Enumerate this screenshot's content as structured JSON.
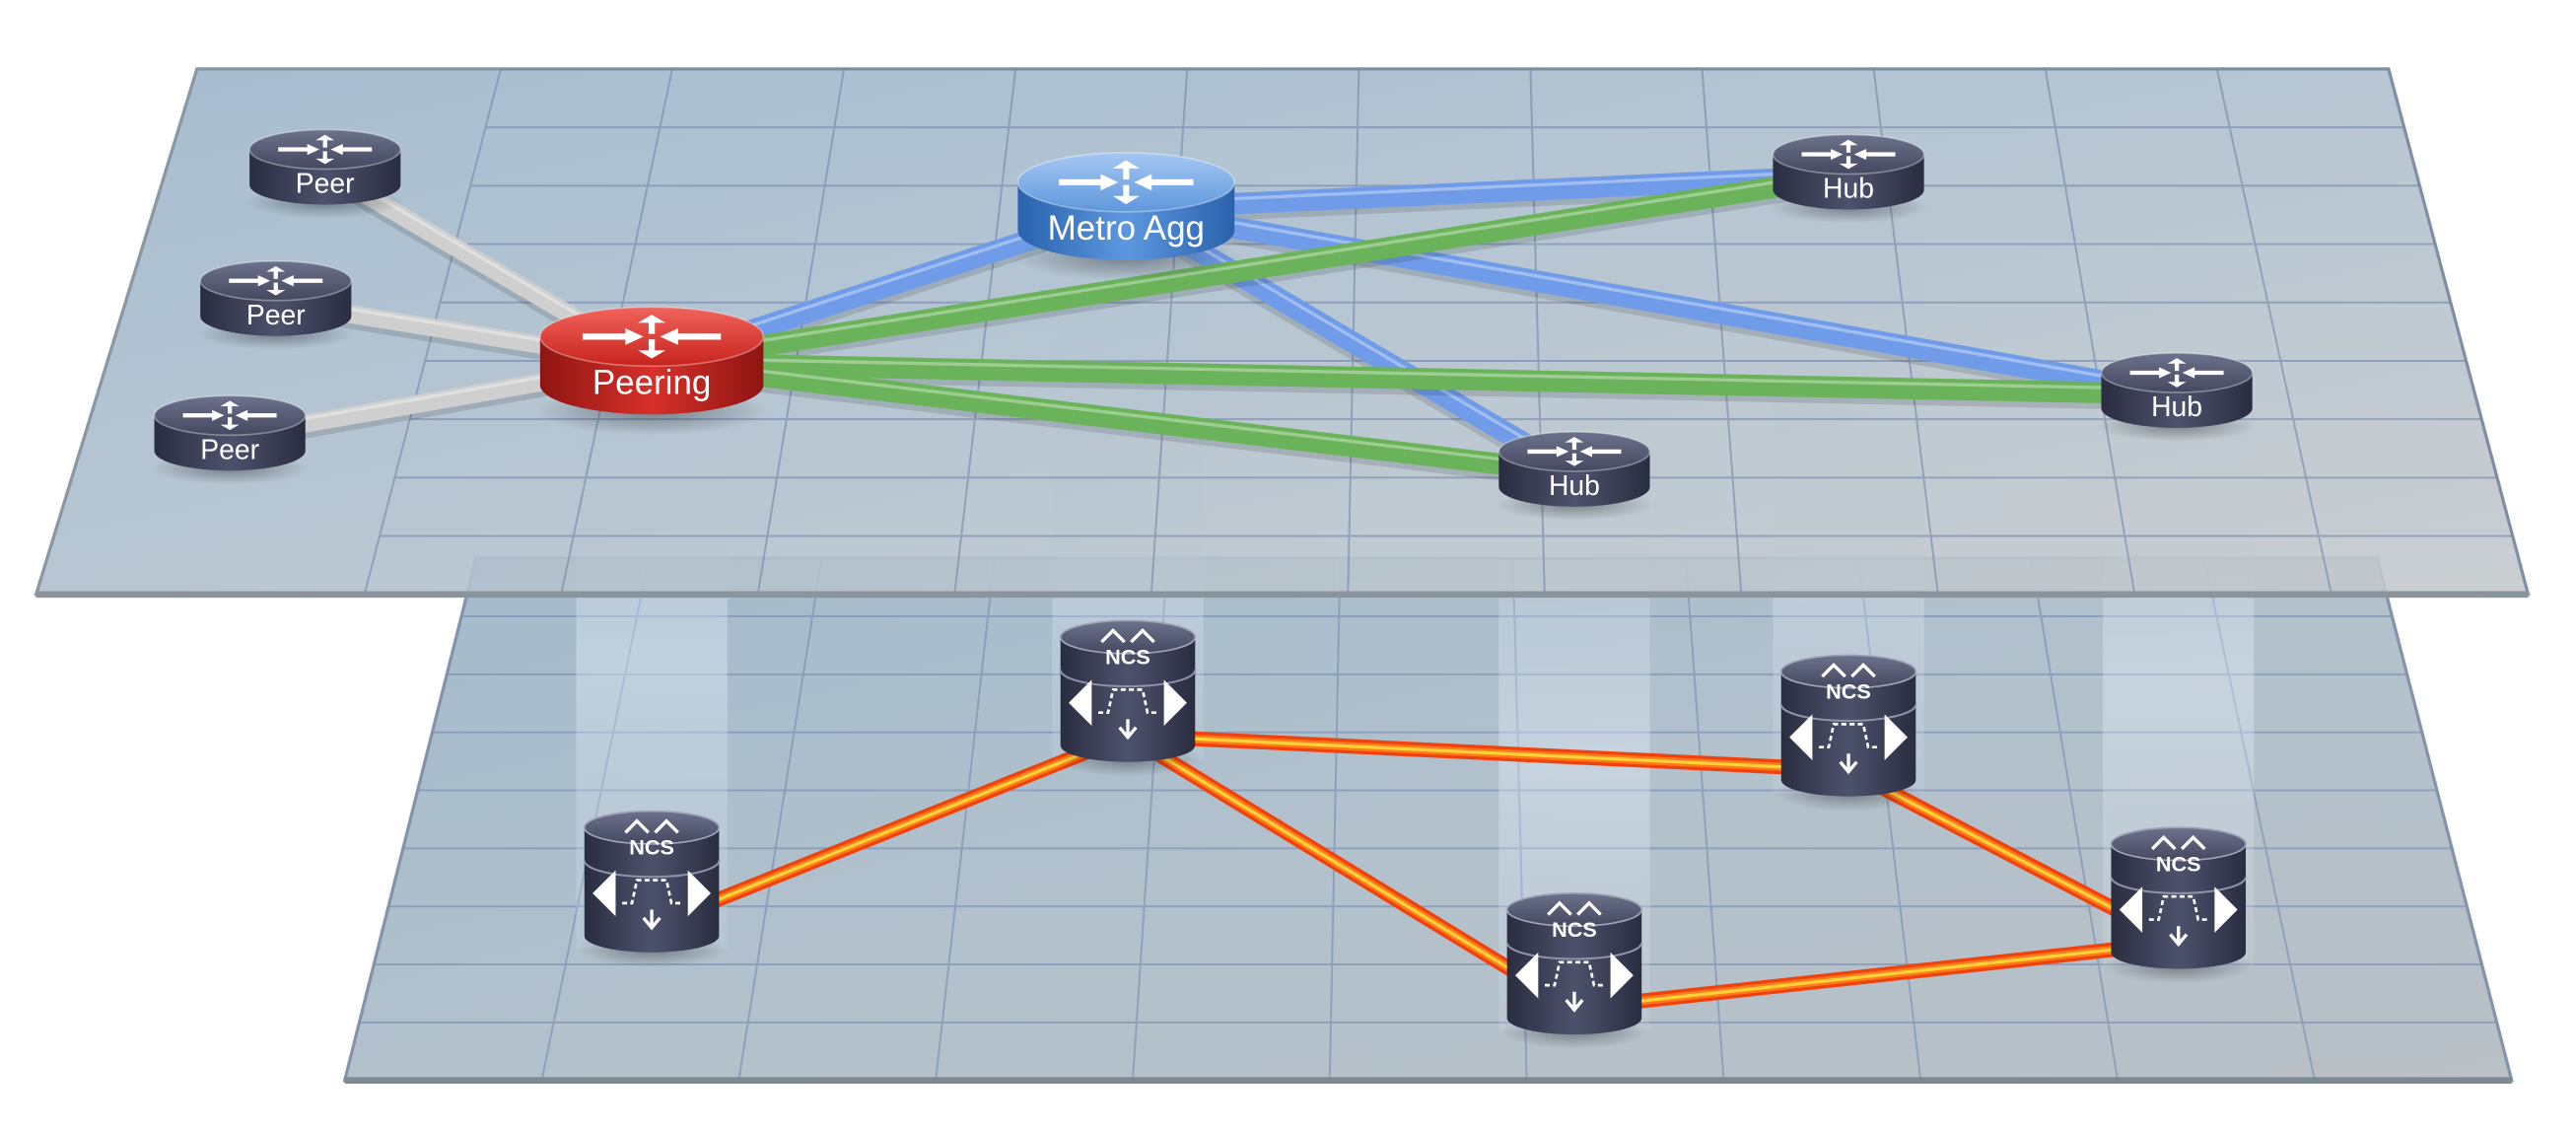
{
  "colors": {
    "plane_fill": "#a9bccb",
    "grid_line": "#7486ad",
    "link_gray": "#cfcfcf",
    "link_blue": "#6f9be8",
    "link_green": "#6bb35a",
    "link_optical_outer": "#f0420c",
    "link_optical_inner": "#ffd23a",
    "router_dark": "#3b3f58",
    "router_red": "#c5221c",
    "router_blue": "#4d89d2",
    "icon_white": "#ffffff"
  },
  "ip_layer": {
    "routers": [
      {
        "id": "peer1",
        "label": "Peer",
        "role": "peer",
        "icon": "router-icon"
      },
      {
        "id": "peer2",
        "label": "Peer",
        "role": "peer",
        "icon": "router-icon"
      },
      {
        "id": "peer3",
        "label": "Peer",
        "role": "peer",
        "icon": "router-icon"
      },
      {
        "id": "peering",
        "label": "Peering",
        "role": "peering",
        "icon": "router-icon"
      },
      {
        "id": "metro",
        "label": "Metro Agg",
        "role": "metro",
        "icon": "router-icon"
      },
      {
        "id": "hub1",
        "label": "Hub",
        "role": "hub",
        "icon": "router-icon"
      },
      {
        "id": "hub2",
        "label": "Hub",
        "role": "hub",
        "icon": "router-icon"
      },
      {
        "id": "hub3",
        "label": "Hub",
        "role": "hub",
        "icon": "router-icon"
      }
    ],
    "links": [
      {
        "from": "peer1",
        "to": "peering",
        "kind": "gray"
      },
      {
        "from": "peer2",
        "to": "peering",
        "kind": "gray"
      },
      {
        "from": "peer3",
        "to": "peering",
        "kind": "gray"
      },
      {
        "from": "peering",
        "to": "metro",
        "kind": "blue"
      },
      {
        "from": "metro",
        "to": "hub1",
        "kind": "blue"
      },
      {
        "from": "metro",
        "to": "hub2",
        "kind": "blue"
      },
      {
        "from": "metro",
        "to": "hub3",
        "kind": "blue"
      },
      {
        "from": "peering",
        "to": "hub1",
        "kind": "green"
      },
      {
        "from": "peering",
        "to": "hub2",
        "kind": "green"
      },
      {
        "from": "peering",
        "to": "hub3",
        "kind": "green"
      }
    ]
  },
  "optical_layer": {
    "nodes": [
      {
        "id": "ncs1",
        "label": "NCS",
        "icon": "optical-shelf-icon"
      },
      {
        "id": "ncs2",
        "label": "NCS",
        "icon": "optical-shelf-icon"
      },
      {
        "id": "ncs3",
        "label": "NCS",
        "icon": "optical-shelf-icon"
      },
      {
        "id": "ncs4",
        "label": "NCS",
        "icon": "optical-shelf-icon"
      },
      {
        "id": "ncs5",
        "label": "NCS",
        "icon": "optical-shelf-icon"
      }
    ],
    "links": [
      {
        "from": "ncs1",
        "to": "ncs2"
      },
      {
        "from": "ncs2",
        "to": "ncs4"
      },
      {
        "from": "ncs2",
        "to": "ncs3"
      },
      {
        "from": "ncs3",
        "to": "ncs5"
      },
      {
        "from": "ncs4",
        "to": "ncs5"
      }
    ]
  },
  "cross_layer": [
    {
      "ip": "peering",
      "optical": "ncs1"
    },
    {
      "ip": "metro",
      "optical": "ncs2"
    },
    {
      "ip": "hub1",
      "optical": "ncs4"
    },
    {
      "ip": "hub2",
      "optical": "ncs5"
    },
    {
      "ip": "hub3",
      "optical": "ncs3"
    }
  ]
}
